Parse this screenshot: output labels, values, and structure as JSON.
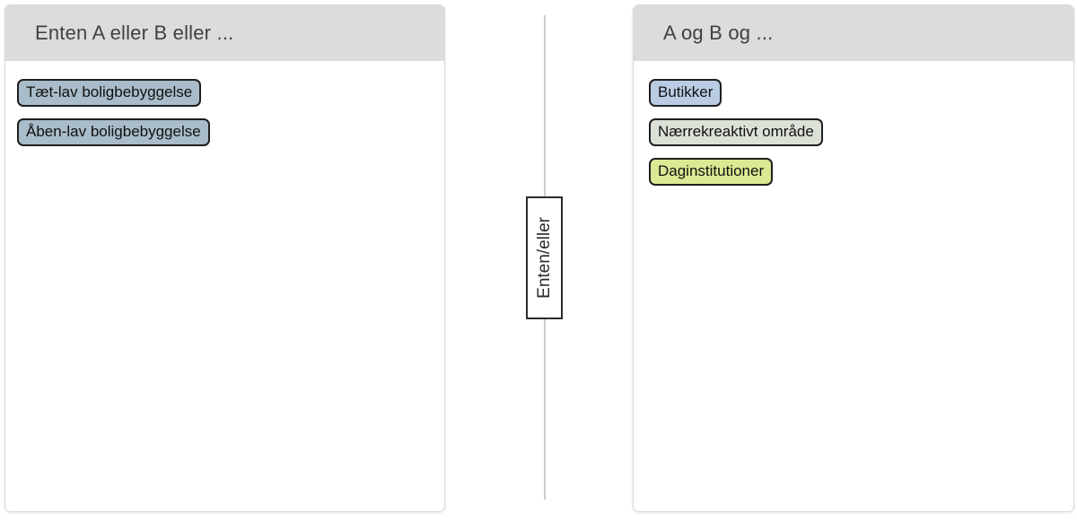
{
  "left_panel": {
    "title": "Enten A eller B eller ...",
    "chips": [
      {
        "label": "Tæt-lav boligbebyggelse",
        "bg": "#a9bcc9"
      },
      {
        "label": "Åben-lav boligbebyggelse",
        "bg": "#a9bcc9"
      }
    ]
  },
  "divider": {
    "label": "Enten/eller"
  },
  "right_panel": {
    "title": "A og B og ...",
    "chips": [
      {
        "label": "Butikker",
        "bg": "#b9cce3"
      },
      {
        "label": "Nærrekreaktivt område",
        "bg": "#dce1d8"
      },
      {
        "label": "Daginstitutioner",
        "bg": "#dde893"
      }
    ]
  },
  "colors": {
    "header_bg": "#dcdcda",
    "header_text": "#3e4146",
    "panel_border": "#d9d9d9",
    "chip_border": "#1f1f1f",
    "chip_text": "#111111",
    "divider_line": "#cccccc",
    "divider_box_border": "#2b2b2b"
  }
}
